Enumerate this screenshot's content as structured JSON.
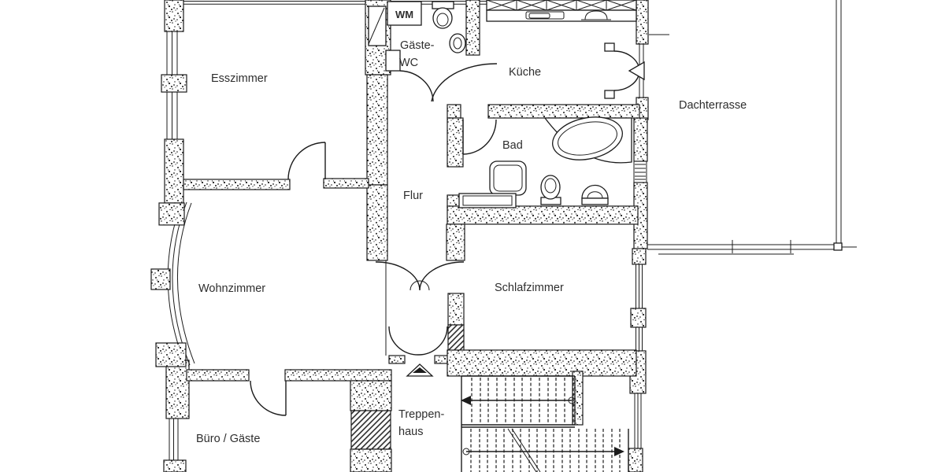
{
  "plan": {
    "labels": {
      "esszimmer": "Esszimmer",
      "wm": "WM",
      "gaeste_wc_1": "Gäste-",
      "gaeste_wc_2": "WC",
      "kueche": "Küche",
      "dachterrasse": "Dachterrasse",
      "bad": "Bad",
      "flur": "Flur",
      "wohnzimmer": "Wohnzimmer",
      "schlafzimmer": "Schlafzimmer",
      "treppenhaus_1": "Treppen-",
      "treppenhaus_2": "haus",
      "buero": "Büro / Gäste"
    },
    "colors": {
      "ink": "#1c1c1c",
      "label": "#2e2e2e",
      "paper": "#ffffff"
    }
  }
}
